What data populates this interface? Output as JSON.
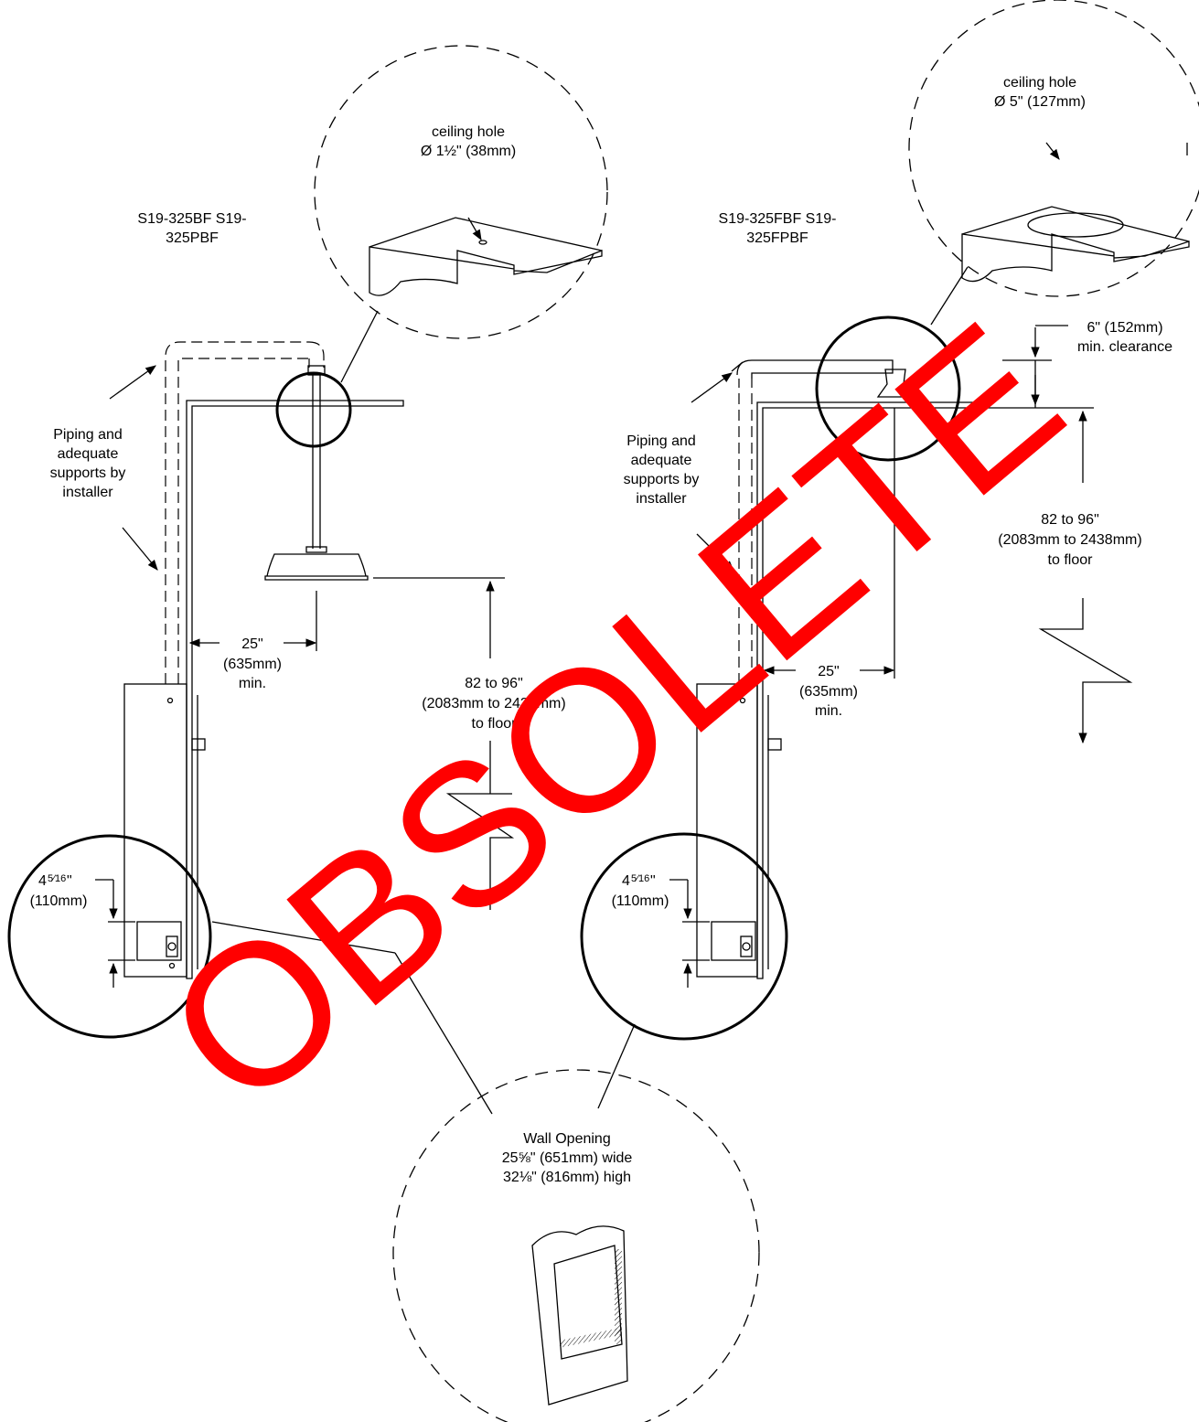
{
  "left": {
    "model_line1": "S19-325BF S19-",
    "model_line2": "325PBF",
    "ceiling_hole": {
      "line1": "ceiling hole",
      "line2": "Ø 1½\" (38mm)"
    }
  },
  "right": {
    "model_line1": "S19-325FBF S19-",
    "model_line2": "325FPBF",
    "ceiling_hole": {
      "line1": "ceiling hole",
      "line2": "Ø 5\" (127mm)"
    }
  },
  "piping_note": [
    "Piping and",
    "adequate",
    "supports by",
    "installer"
  ],
  "offset_dim": [
    "25\"",
    "(635mm)",
    "min."
  ],
  "height_dim": [
    "82 to 96\"",
    "(2083mm to 2438mm)",
    "to floor"
  ],
  "clearance_dim": [
    "6\" (152mm)",
    "min. clearance"
  ],
  "valve_dim": {
    "whole": "4",
    "fraction": "5⁄16",
    "inch": "\"",
    "mm": "(110mm)"
  },
  "wall_opening": [
    "Wall Opening",
    "25⅝\" (651mm) wide",
    "32⅛\" (816mm) high"
  ],
  "stamp": "OBSOLETE"
}
